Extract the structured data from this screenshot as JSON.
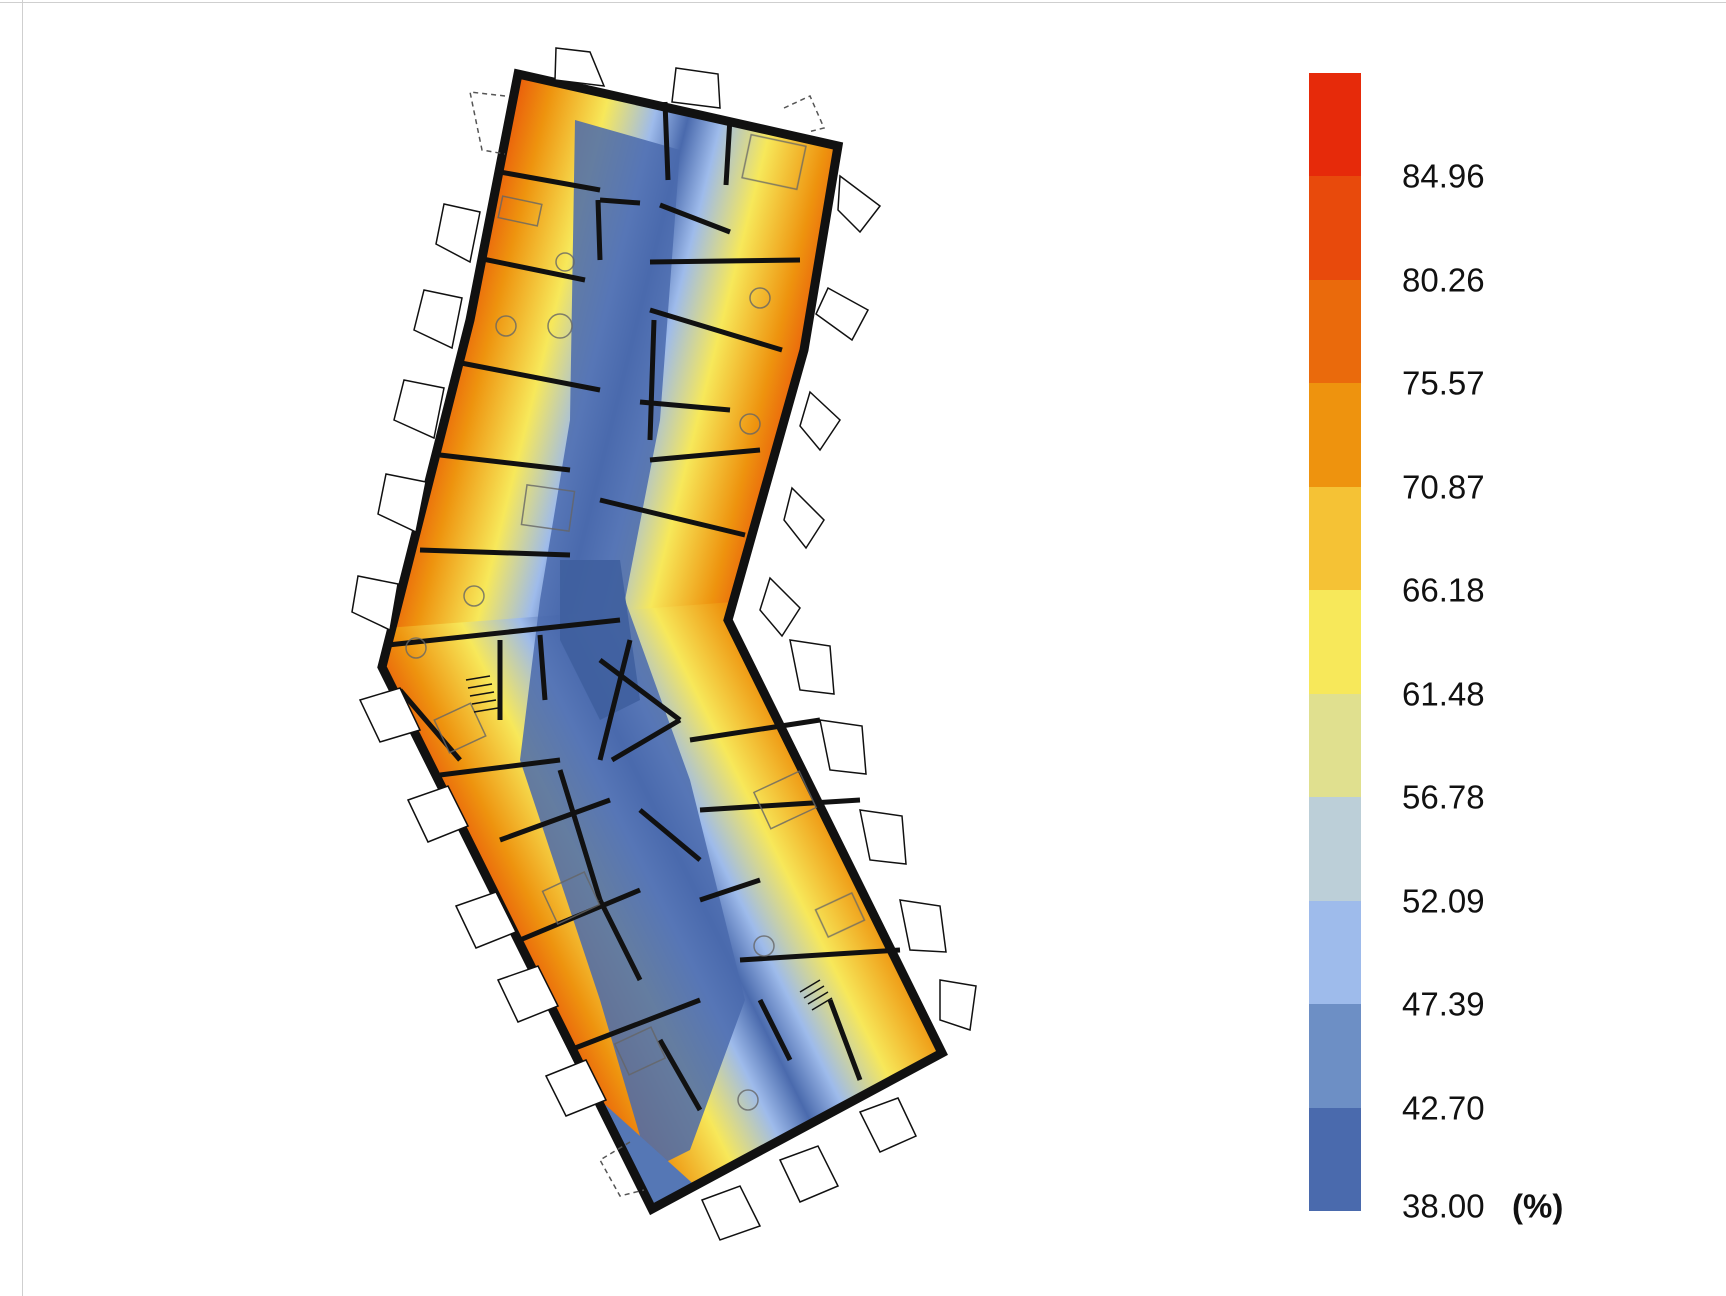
{
  "legend": {
    "unit": "(%)",
    "bands": [
      {
        "color": "#e62a0a"
      },
      {
        "color": "#e84a0c"
      },
      {
        "color": "#ea6a0c"
      },
      {
        "color": "#ee930e"
      },
      {
        "color": "#f5c235"
      },
      {
        "color": "#f7e85a"
      },
      {
        "color": "#e0e08f"
      },
      {
        "color": "#bccfd8"
      },
      {
        "color": "#9ebbeb"
      },
      {
        "color": "#6d8fc5"
      },
      {
        "color": "#4a6aad"
      }
    ],
    "labels": [
      "84.96",
      "80.26",
      "75.57",
      "70.87",
      "66.18",
      "61.48",
      "56.78",
      "52.09",
      "47.39",
      "42.70",
      "38.00"
    ]
  },
  "plan": {
    "wall_color": "#111111",
    "heat_colors": {
      "low": "#4a6aad",
      "mid_low": "#9ebbeb",
      "mid": "#f7e85a",
      "high": "#ee930e",
      "peak": "#e62a0a"
    }
  }
}
